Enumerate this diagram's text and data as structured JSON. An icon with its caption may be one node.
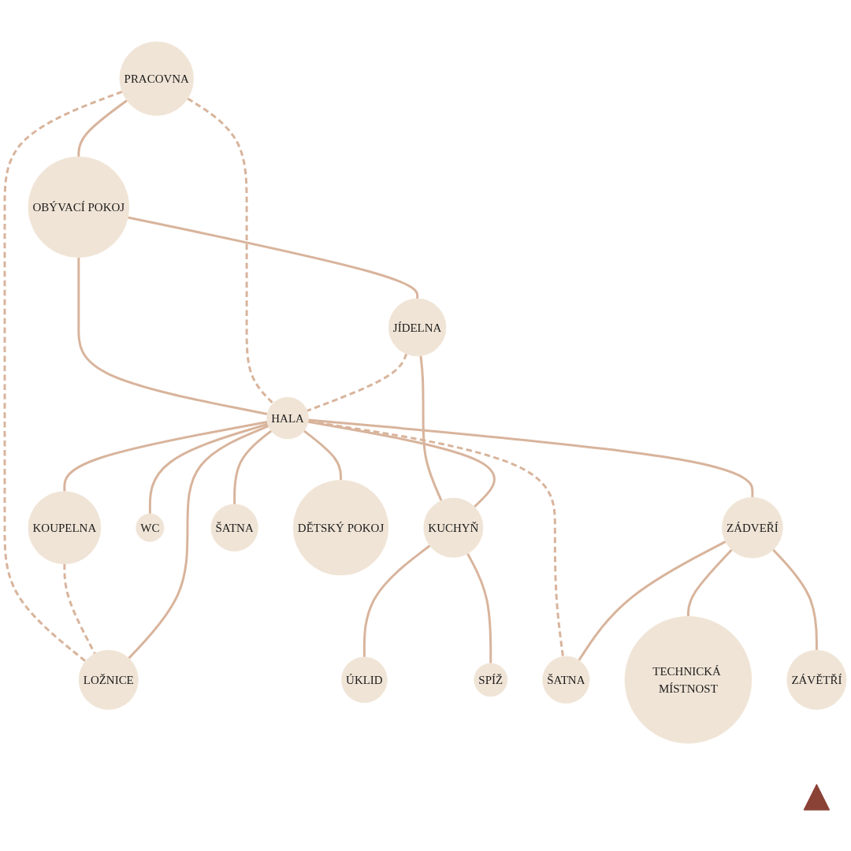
{
  "diagram": {
    "nodes": [
      {
        "text": [
          "OBÝVACÍ POKOJ"
        ]
      },
      {
        "text": [
          "PRACOVNA"
        ]
      },
      {
        "text": [
          "JÍDELNA"
        ]
      },
      {
        "text": [
          "ÚKLID"
        ]
      },
      {
        "text": [
          "LOŽNICE"
        ]
      },
      {
        "text": [
          "KOUPELNA"
        ]
      },
      {
        "text": [
          "HALA"
        ]
      },
      {
        "text": [
          "KUCHYŇ"
        ]
      },
      {
        "text": [
          "ŠATNA"
        ]
      },
      {
        "text": [
          "DĚTSKÝ POKOJ"
        ]
      },
      {
        "text": [
          "SPÍŽ"
        ]
      },
      {
        "text": [
          "WC"
        ]
      },
      {
        "text": [
          "ZÁDVEŘÍ"
        ]
      },
      {
        "text": [
          "ŠATNA"
        ]
      },
      {
        "text": [
          "TECHNICKÁ MÍSTNOST"
        ]
      },
      {
        "text": [
          "ZÁVĚTŘÍ"
        ]
      },
      {
        "text": [],
        "shape": "triangle"
      }
    ],
    "edges": [
      {
        "from": 1,
        "to": 0,
        "arrow": "none"
      },
      {
        "from": 0,
        "to": 6,
        "arrow": "none"
      },
      {
        "from": 0,
        "to": 2,
        "arrow": "none"
      },
      {
        "from": 1,
        "to": 4,
        "arrow": "none",
        "style": "dashed"
      },
      {
        "from": 1,
        "to": 6,
        "arrow": "none",
        "style": "dashed"
      },
      {
        "from": 5,
        "to": 4,
        "arrow": "none",
        "style": "dashed"
      },
      {
        "from": 2,
        "to": 6,
        "arrow": "none",
        "style": "dashed"
      },
      {
        "from": 2,
        "to": 7,
        "arrow": "none"
      },
      {
        "from": 7,
        "to": 3,
        "arrow": "none"
      },
      {
        "from": 7,
        "to": 10,
        "arrow": "none"
      },
      {
        "from": 6,
        "to": 7,
        "arrow": "none"
      },
      {
        "from": 6,
        "to": 11,
        "arrow": "none"
      },
      {
        "from": 6,
        "to": 12,
        "arrow": "none"
      },
      {
        "from": 6,
        "to": 13,
        "arrow": "none",
        "style": "dashed"
      },
      {
        "from": 12,
        "to": 13,
        "arrow": "none"
      },
      {
        "from": 12,
        "to": 14,
        "arrow": "none"
      },
      {
        "from": 12,
        "to": 15,
        "arrow": "none"
      },
      {
        "from": 6,
        "to": 5,
        "arrow": "none"
      },
      {
        "from": 6,
        "to": 8,
        "arrow": "none"
      },
      {
        "from": 6,
        "to": 4,
        "arrow": "none"
      },
      {
        "from": 6,
        "to": 9,
        "arrow": "none"
      }
    ]
  }
}
